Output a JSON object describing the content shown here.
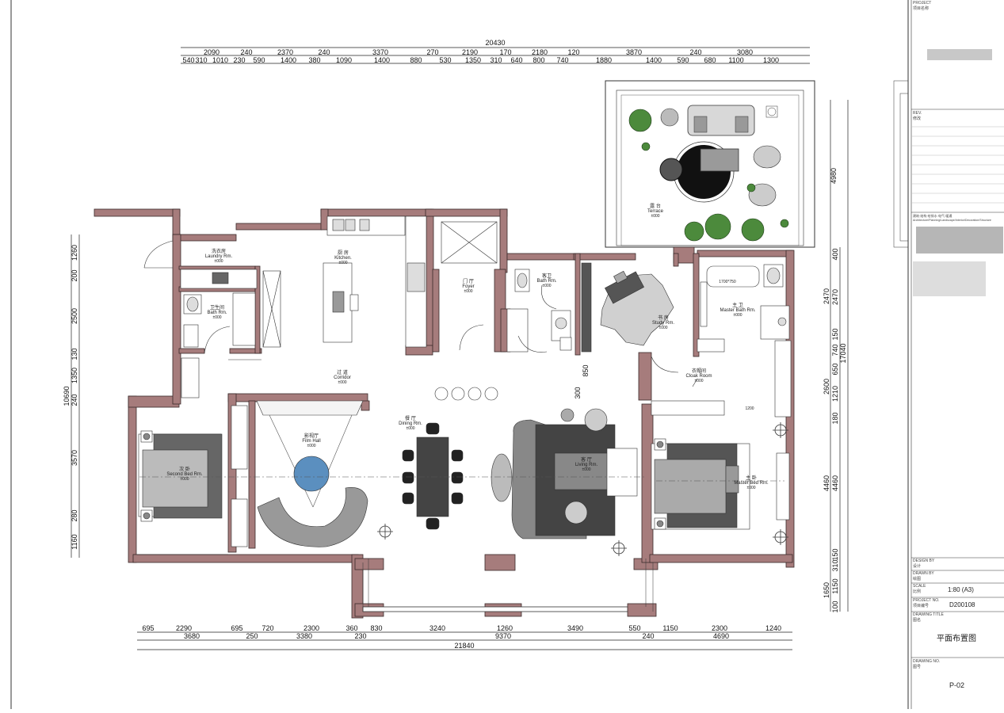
{
  "dims": {
    "top_total": "20430",
    "top_row1": [
      "2090",
      "240",
      "2370",
      "240",
      "3370",
      "270",
      "2190",
      "170",
      "2180",
      "120",
      "3870",
      "240",
      "3080"
    ],
    "top_row2": [
      "540",
      "310",
      "1010",
      "230",
      "590",
      "1400",
      "380",
      "1090",
      "1400",
      "880",
      "530",
      "1350",
      "310",
      "640",
      "800",
      "740",
      "1880",
      "1400",
      "590",
      "680",
      "1100",
      "1300"
    ],
    "left_total": "10690",
    "left": [
      "1260",
      "200",
      "2500",
      "130",
      "1350",
      "240",
      "3570",
      "280",
      "1160"
    ],
    "right_total": "17040",
    "right_a": [
      "4980"
    ],
    "right_b": [
      "400",
      "2470",
      "150",
      "740",
      "650",
      "1210",
      "180",
      "4460",
      "150",
      "310",
      "1150",
      "100"
    ],
    "right_c": [
      "2470",
      "2600",
      "4460",
      "1650"
    ],
    "bottom_row1": [
      "695",
      "2290",
      "695",
      "720",
      "2300",
      "360",
      "830",
      "3240",
      "1260",
      "3490",
      "550",
      "1150",
      "2300",
      "1240"
    ],
    "bottom_row2": [
      "3680",
      "250",
      "3380",
      "230",
      "9370",
      "240",
      "4690"
    ],
    "bottom_total": "21840",
    "inner": [
      "300",
      "850",
      "1200"
    ]
  },
  "rooms": [
    {
      "cn": "洗衣房",
      "en": "Laundry Rm.",
      "level": "±000"
    },
    {
      "cn": "厨 房",
      "en": "Kitchen.",
      "level": "±000"
    },
    {
      "cn": "门 厅",
      "en": "Foyer",
      "level": "±000"
    },
    {
      "cn": "客卫",
      "en": "Bath Rm.",
      "level": "±000"
    },
    {
      "cn": "卫生间",
      "en": "Bath Rm.",
      "level": "±000"
    },
    {
      "cn": "过 道",
      "en": "Corridor",
      "level": "±000"
    },
    {
      "cn": "书 房",
      "en": "Study Rm.",
      "level": "±000"
    },
    {
      "cn": "主 卫",
      "en": "Master Bath Rm.",
      "level": "±000"
    },
    {
      "cn": "衣帽间",
      "en": "Cloak Room",
      "level": "±000"
    },
    {
      "cn": "露 台",
      "en": "Terrace",
      "level": "±000"
    },
    {
      "cn": "次 卧",
      "en": "Second Bed Rm.",
      "level": "±000"
    },
    {
      "cn": "影视厅",
      "en": "Film Hall",
      "level": "±000"
    },
    {
      "cn": "餐 厅",
      "en": "Dining Rm.",
      "level": "±000"
    },
    {
      "cn": "客 厅",
      "en": "Living Rm.",
      "level": "±000"
    },
    {
      "cn": "主 卧",
      "en": "Master Bed Rm.",
      "level": "±000"
    }
  ],
  "bathtub_label": "1700*750",
  "title_block": {
    "project_en": "PROJECT",
    "project_cn": "项目名称",
    "rev_en": "REV.",
    "rev_cn": "修改",
    "consultant": "建筑·结构·给排水·电气·暖通",
    "consultant_en": "Architecture/Planning/Landscape/Interior/Decoration/Structure",
    "design_en": "DESIGN BY",
    "design_cn": "设计",
    "drawn_en": "DRAWN BY",
    "drawn_cn": "绘图",
    "scale_en": "SCALE",
    "scale_cn": "比例",
    "scale_val": "1:80  (A3)",
    "projno_en": "PROJECT NO.",
    "projno_cn": "项目编号",
    "projno_val": "D200108",
    "dwgtitle_en": "DRAWING TITLE",
    "dwgtitle_cn": "图名",
    "dwgtitle_val": "平面布置图",
    "dwgno_en": "DRAWING NO.",
    "dwgno_cn": "图号",
    "dwgno_val": "P-02"
  },
  "colors": {
    "wall": "#a67c7c",
    "wall_stroke": "#3a2a2a",
    "fill_gray": "#8a8a8a",
    "blue": "#5b8fbf",
    "green": "#4c8a3c"
  }
}
